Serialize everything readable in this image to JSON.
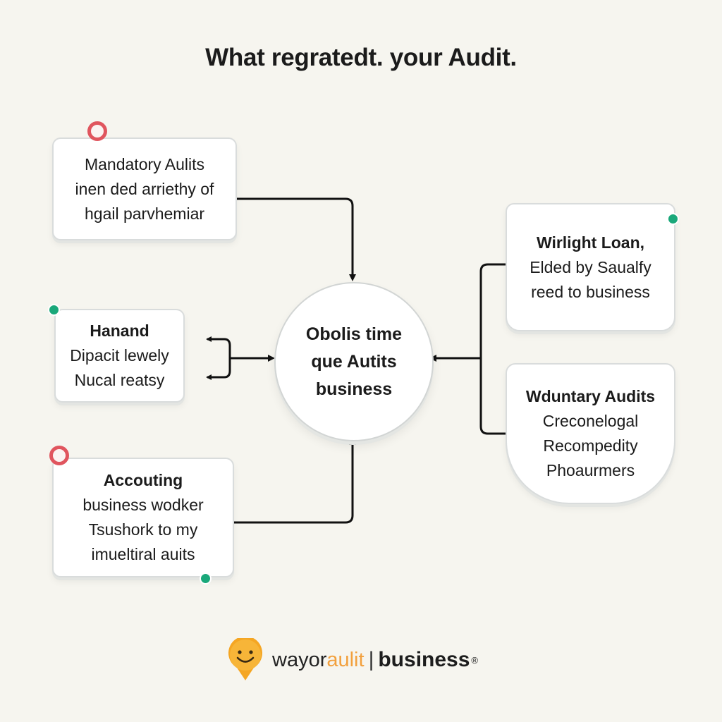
{
  "title": "What regratedt. your Audit.",
  "center": {
    "lines": [
      "Obolis time",
      "que Autits",
      "business"
    ]
  },
  "cards": {
    "mandatory": {
      "lines": [
        "Mandatory Aulits",
        "inen ded arriethy of",
        "hgail parvhemiar"
      ]
    },
    "manual": {
      "heading": "Hanand",
      "lines": [
        "Dipacit lewely",
        "Nucal reatsy"
      ]
    },
    "accounting": {
      "heading": "Accouting",
      "lines": [
        "business wodker",
        "Tsushork to my",
        "imueltiral auits"
      ]
    },
    "loan": {
      "heading": "Wirlight Loan,",
      "lines": [
        "Elded by Saualfy",
        "reed to business"
      ]
    },
    "voluntary": {
      "heading": "Wduntary Audits",
      "lines": [
        "Creconelogal",
        "Recompedity",
        "Phoaurmers"
      ]
    }
  },
  "brand": {
    "word_prefix": "wayor",
    "word_accent": "aulit",
    "separator": "|",
    "business": "business",
    "registered": "®"
  },
  "colors": {
    "background": "#f6f5ef",
    "ring_red": "#e0555e",
    "dot_green": "#1aa87a",
    "brand_orange": "#f2a03d",
    "line": "#111111"
  }
}
